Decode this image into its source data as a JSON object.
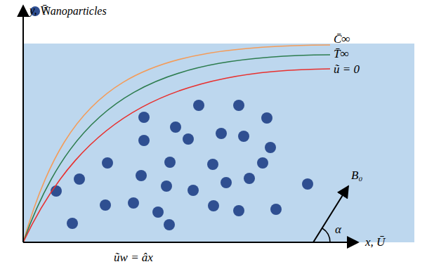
{
  "diagram": {
    "labels": [
      "y, V̄",
      "C̄∞",
      "T̄∞",
      "ũ = 0",
      "B₀",
      "α",
      "x, Ū",
      "ũw = âx"
    ],
    "legend": [
      {
        "text": "Nanoparticles"
      }
    ]
  }
}
